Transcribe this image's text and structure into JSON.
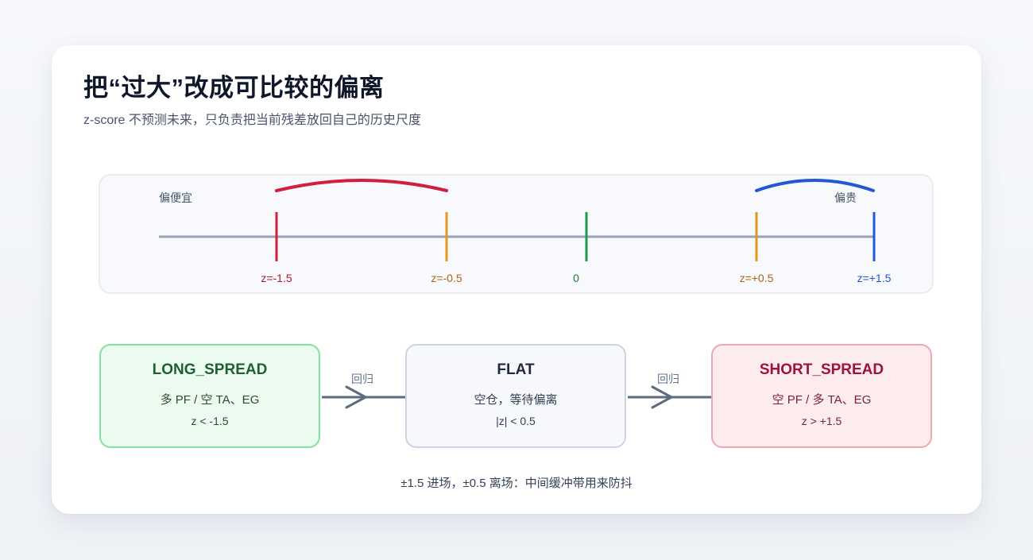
{
  "header": {
    "title": "把“过大”改成可比较的偏离",
    "subtitle": "z-score 不预测未来，只负责把当前残差放回自己的历史尺度"
  },
  "scale": {
    "label_cheap": "偏便宜",
    "label_expensive": "偏贵",
    "ticks": [
      {
        "label": "z=-1.5",
        "value": -1.5,
        "color": "#d21f3c"
      },
      {
        "label": "z=-0.5",
        "value": -0.5,
        "color": "#e69a1d"
      },
      {
        "label": "0",
        "value": 0,
        "color": "#1f9a4a"
      },
      {
        "label": "z=+0.5",
        "value": 0.5,
        "color": "#e69a1d"
      },
      {
        "label": "z=+1.5",
        "value": 1.5,
        "color": "#2457d6"
      }
    ],
    "tick_label_colors": [
      "#b01834",
      "#b5650d",
      "#1a7a3c",
      "#b5650d",
      "#2457d6"
    ]
  },
  "states": {
    "long": {
      "title": "LONG_SPREAD",
      "sub": "多 PF / 空 TA、EG",
      "cond": "z < -1.5"
    },
    "flat": {
      "title": "FLAT",
      "sub": "空仓，等待偏离",
      "cond": "|z| < 0.5"
    },
    "short": {
      "title": "SHORT_SPREAD",
      "sub": "空 PF / 多 TA、EG",
      "cond": "z > +1.5"
    }
  },
  "arrows": {
    "left_label": "回归",
    "right_label": "回归"
  },
  "footnote": "±1.5 进场，±0.5 离场：中间缓冲带用来防抖"
}
